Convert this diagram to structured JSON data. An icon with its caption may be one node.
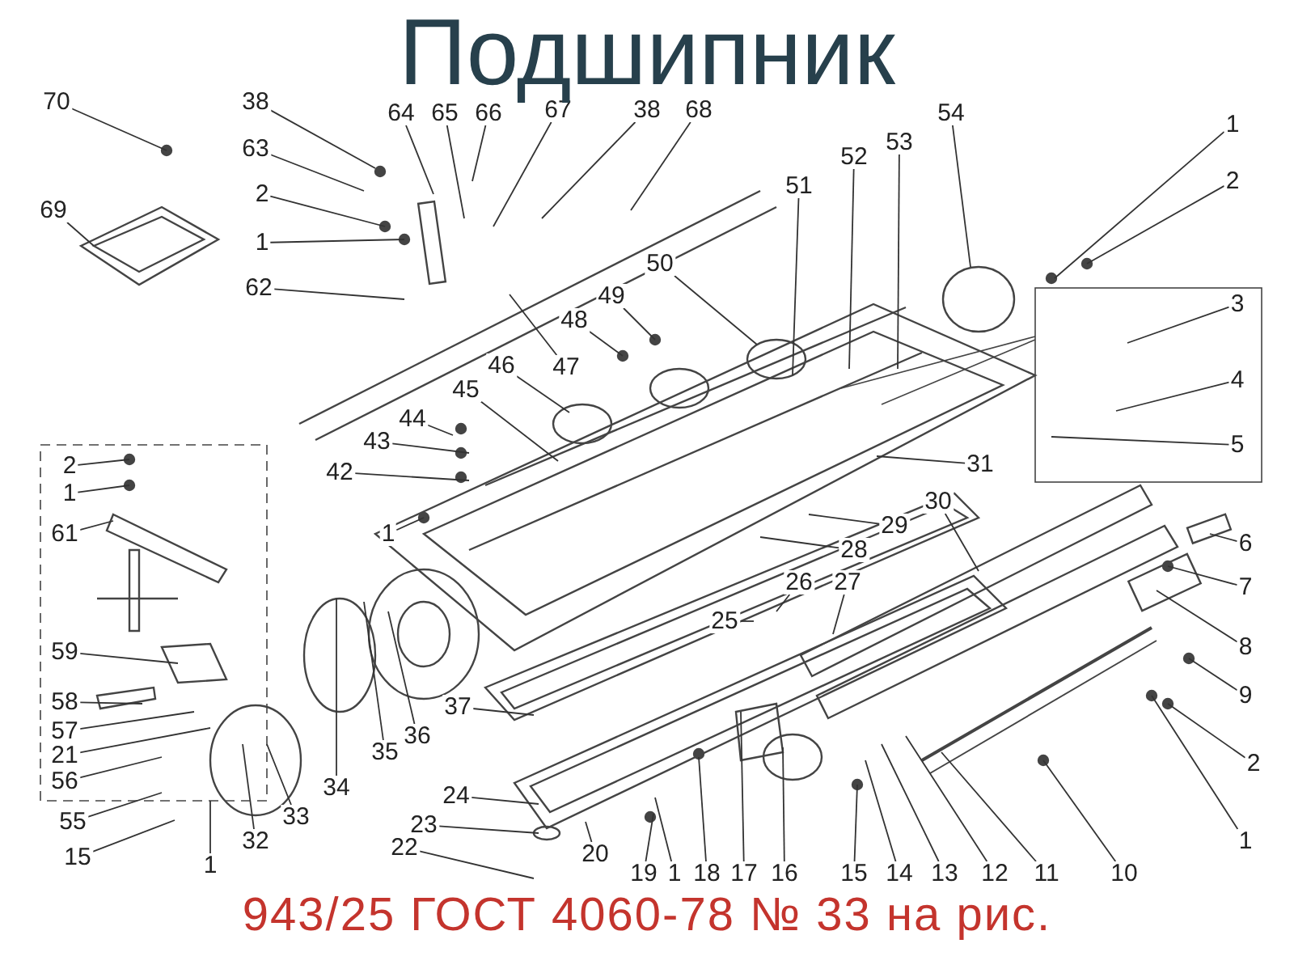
{
  "diagram": {
    "title": "Подшипник",
    "caption": "943/25 ГОСТ 4060-78 № 33 на рис.",
    "nodes": [
      {
        "text": [
          "70"
        ]
      },
      {
        "text": [
          "38"
        ]
      },
      {
        "text": [
          "64"
        ]
      },
      {
        "text": [
          "65"
        ]
      },
      {
        "text": [
          "66"
        ]
      },
      {
        "text": [
          "67"
        ]
      },
      {
        "text": [
          "38"
        ]
      },
      {
        "text": [
          "68"
        ]
      },
      {
        "text": [
          "54"
        ]
      },
      {
        "text": [
          "53"
        ]
      },
      {
        "text": [
          "1"
        ]
      },
      {
        "text": [
          "63"
        ]
      },
      {
        "text": [
          "52"
        ]
      },
      {
        "text": [
          "2"
        ]
      },
      {
        "text": [
          "51"
        ]
      },
      {
        "text": [
          "2"
        ]
      },
      {
        "text": [
          "69"
        ]
      },
      {
        "text": [
          "1"
        ]
      },
      {
        "text": [
          "50"
        ]
      },
      {
        "text": [
          "62"
        ]
      },
      {
        "text": [
          "49"
        ]
      },
      {
        "text": [
          "3"
        ]
      },
      {
        "text": [
          "48"
        ]
      },
      {
        "text": [
          "47"
        ]
      },
      {
        "text": [
          "46"
        ]
      },
      {
        "text": [
          "4"
        ]
      },
      {
        "text": [
          "45"
        ]
      },
      {
        "text": [
          "44"
        ]
      },
      {
        "text": [
          "43"
        ]
      },
      {
        "text": [
          "5"
        ]
      },
      {
        "text": [
          "31"
        ]
      },
      {
        "text": [
          "2"
        ]
      },
      {
        "text": [
          "42"
        ]
      },
      {
        "text": [
          "1"
        ]
      },
      {
        "text": [
          "30"
        ]
      },
      {
        "text": [
          "61"
        ]
      },
      {
        "text": [
          "29"
        ]
      },
      {
        "text": [
          "1"
        ]
      },
      {
        "text": [
          "6"
        ]
      },
      {
        "text": [
          "28"
        ]
      },
      {
        "text": [
          "7"
        ]
      },
      {
        "text": [
          "26"
        ]
      },
      {
        "text": [
          "27"
        ]
      },
      {
        "text": [
          "25"
        ]
      },
      {
        "text": [
          "8"
        ]
      },
      {
        "text": [
          "59"
        ]
      },
      {
        "text": [
          "9"
        ]
      },
      {
        "text": [
          "58"
        ]
      },
      {
        "text": [
          "37"
        ]
      },
      {
        "text": [
          "57"
        ]
      },
      {
        "text": [
          "36"
        ]
      },
      {
        "text": [
          "21"
        ]
      },
      {
        "text": [
          "35"
        ]
      },
      {
        "text": [
          "2"
        ]
      },
      {
        "text": [
          "56"
        ]
      },
      {
        "text": [
          "34"
        ]
      },
      {
        "text": [
          "24"
        ]
      },
      {
        "text": [
          "33"
        ]
      },
      {
        "text": [
          "55"
        ]
      },
      {
        "text": [
          "23"
        ]
      },
      {
        "text": [
          "32"
        ]
      },
      {
        "text": [
          "1"
        ]
      },
      {
        "text": [
          "22"
        ]
      },
      {
        "text": [
          "20"
        ]
      },
      {
        "text": [
          "15"
        ]
      },
      {
        "text": [
          "1"
        ]
      },
      {
        "text": [
          "19"
        ]
      },
      {
        "text": [
          "1"
        ]
      },
      {
        "text": [
          "18"
        ]
      },
      {
        "text": [
          "17"
        ]
      },
      {
        "text": [
          "16"
        ]
      },
      {
        "text": [
          "15"
        ]
      },
      {
        "text": [
          "14"
        ]
      },
      {
        "text": [
          "13"
        ]
      },
      {
        "text": [
          "12"
        ]
      },
      {
        "text": [
          "11"
        ]
      },
      {
        "text": [
          "10"
        ]
      }
    ],
    "edges": [
      {
        "from": 0,
        "to": null,
        "arrow": "none"
      },
      {
        "from": 1,
        "to": null,
        "arrow": "none"
      },
      {
        "from": 2,
        "to": null,
        "arrow": "none"
      },
      {
        "from": 3,
        "to": null,
        "arrow": "none"
      },
      {
        "from": 4,
        "to": null,
        "arrow": "none"
      },
      {
        "from": 5,
        "to": null,
        "arrow": "none"
      },
      {
        "from": 6,
        "to": null,
        "arrow": "none"
      },
      {
        "from": 7,
        "to": null,
        "arrow": "none"
      },
      {
        "from": 8,
        "to": null,
        "arrow": "none"
      },
      {
        "from": 9,
        "to": null,
        "arrow": "none"
      },
      {
        "from": 10,
        "to": null,
        "arrow": "none"
      },
      {
        "from": 11,
        "to": null,
        "arrow": "none"
      },
      {
        "from": 12,
        "to": null,
        "arrow": "none"
      },
      {
        "from": 13,
        "to": null,
        "arrow": "none"
      },
      {
        "from": 14,
        "to": null,
        "arrow": "none"
      },
      {
        "from": 15,
        "to": null,
        "arrow": "none"
      },
      {
        "from": 16,
        "to": null,
        "arrow": "none"
      },
      {
        "from": 17,
        "to": null,
        "arrow": "none"
      },
      {
        "from": 18,
        "to": null,
        "arrow": "none"
      },
      {
        "from": 19,
        "to": null,
        "arrow": "none"
      },
      {
        "from": 20,
        "to": null,
        "arrow": "none"
      },
      {
        "from": 21,
        "to": null,
        "arrow": "none"
      },
      {
        "from": 22,
        "to": null,
        "arrow": "none"
      },
      {
        "from": 23,
        "to": null,
        "arrow": "none"
      },
      {
        "from": 24,
        "to": null,
        "arrow": "none"
      },
      {
        "from": 25,
        "to": null,
        "arrow": "none"
      },
      {
        "from": 26,
        "to": null,
        "arrow": "none"
      },
      {
        "from": 27,
        "to": null,
        "arrow": "none"
      },
      {
        "from": 28,
        "to": null,
        "arrow": "none"
      },
      {
        "from": 29,
        "to": null,
        "arrow": "none"
      },
      {
        "from": 30,
        "to": null,
        "arrow": "none"
      },
      {
        "from": 31,
        "to": null,
        "arrow": "none"
      },
      {
        "from": 32,
        "to": null,
        "arrow": "none"
      },
      {
        "from": 33,
        "to": null,
        "arrow": "none"
      },
      {
        "from": 34,
        "to": null,
        "arrow": "none"
      },
      {
        "from": 35,
        "to": null,
        "arrow": "none"
      },
      {
        "from": 36,
        "to": null,
        "arrow": "none"
      },
      {
        "from": 37,
        "to": null,
        "arrow": "none"
      },
      {
        "from": 38,
        "to": null,
        "arrow": "none"
      },
      {
        "from": 39,
        "to": null,
        "arrow": "none"
      },
      {
        "from": 40,
        "to": null,
        "arrow": "none"
      },
      {
        "from": 41,
        "to": null,
        "arrow": "none"
      },
      {
        "from": 42,
        "to": null,
        "arrow": "none"
      },
      {
        "from": 43,
        "to": null,
        "arrow": "none"
      },
      {
        "from": 44,
        "to": null,
        "arrow": "none"
      },
      {
        "from": 45,
        "to": null,
        "arrow": "none"
      },
      {
        "from": 46,
        "to": null,
        "arrow": "none"
      },
      {
        "from": 47,
        "to": null,
        "arrow": "none"
      },
      {
        "from": 48,
        "to": null,
        "arrow": "none"
      },
      {
        "from": 49,
        "to": null,
        "arrow": "none"
      },
      {
        "from": 50,
        "to": null,
        "arrow": "none"
      },
      {
        "from": 51,
        "to": null,
        "arrow": "none"
      },
      {
        "from": 52,
        "to": null,
        "arrow": "none"
      },
      {
        "from": 53,
        "to": null,
        "arrow": "none"
      },
      {
        "from": 54,
        "to": null,
        "arrow": "none"
      },
      {
        "from": 55,
        "to": null,
        "arrow": "none"
      },
      {
        "from": 56,
        "to": null,
        "arrow": "none"
      },
      {
        "from": 57,
        "to": null,
        "arrow": "none"
      },
      {
        "from": 58,
        "to": null,
        "arrow": "none"
      },
      {
        "from": 59,
        "to": null,
        "arrow": "none"
      },
      {
        "from": 60,
        "to": null,
        "arrow": "none"
      },
      {
        "from": 61,
        "to": null,
        "arrow": "none"
      },
      {
        "from": 62,
        "to": null,
        "arrow": "none"
      },
      {
        "from": 63,
        "to": null,
        "arrow": "none"
      },
      {
        "from": 64,
        "to": null,
        "arrow": "none"
      },
      {
        "from": 65,
        "to": null,
        "arrow": "none"
      },
      {
        "from": 66,
        "to": null,
        "arrow": "none"
      },
      {
        "from": 67,
        "to": null,
        "arrow": "none"
      },
      {
        "from": 68,
        "to": null,
        "arrow": "none"
      },
      {
        "from": 69,
        "to": null,
        "arrow": "none"
      },
      {
        "from": 70,
        "to": null,
        "arrow": "none"
      },
      {
        "from": 71,
        "to": null,
        "arrow": "none"
      },
      {
        "from": 72,
        "to": null,
        "arrow": "none"
      },
      {
        "from": 73,
        "to": null,
        "arrow": "none"
      },
      {
        "from": 74,
        "to": null,
        "arrow": "none"
      },
      {
        "from": 75,
        "to": null,
        "arrow": "none"
      },
      {
        "from": 76,
        "to": null,
        "arrow": "none"
      }
    ]
  }
}
